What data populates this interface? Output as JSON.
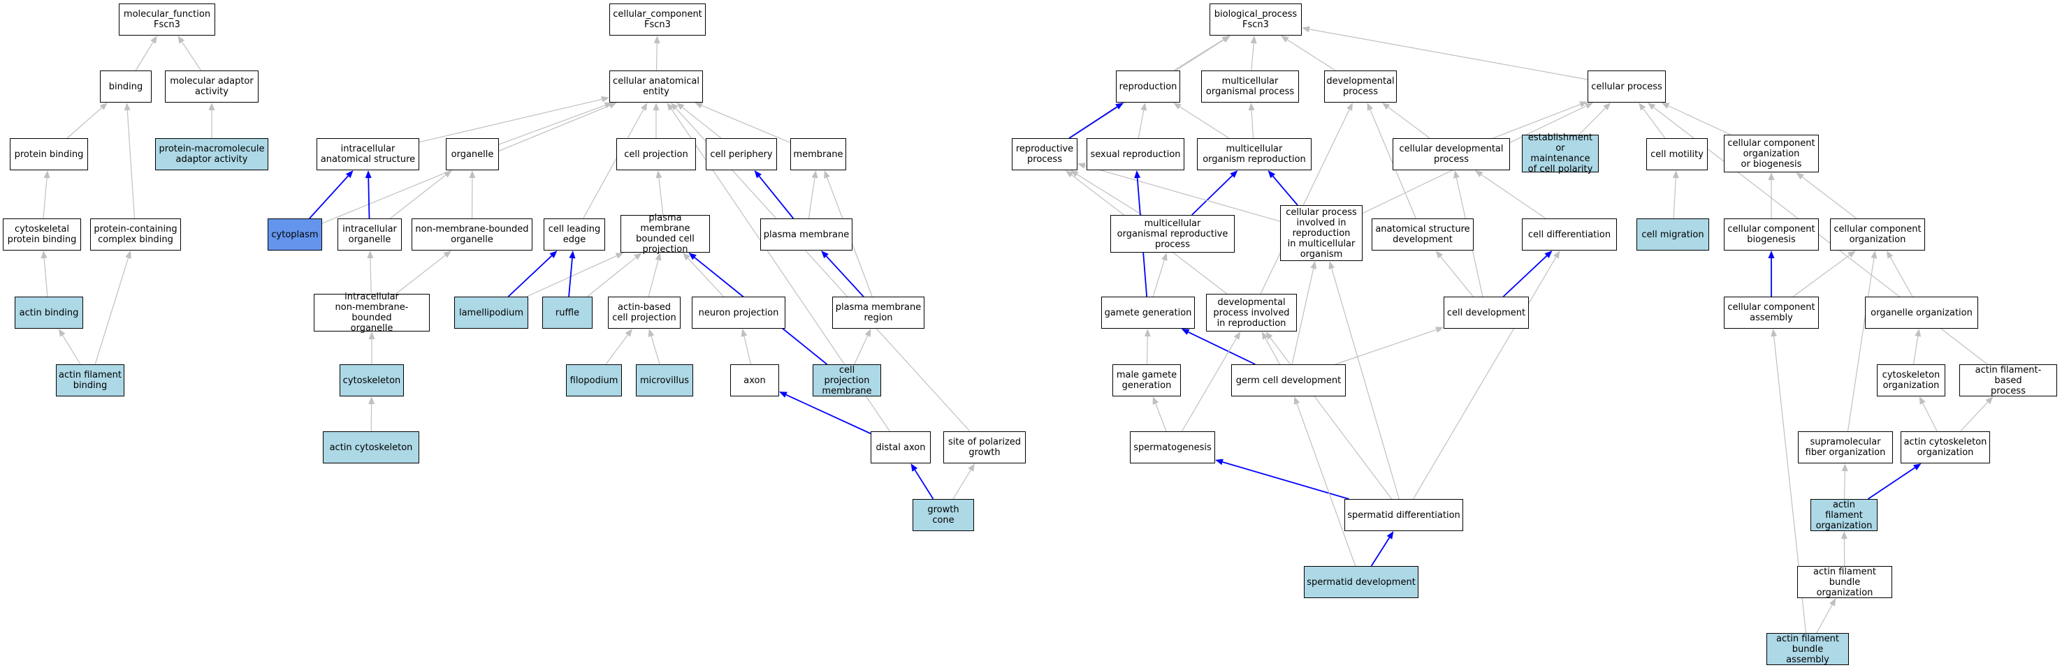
{
  "colors": {
    "highlight_fill": "#add8e6",
    "selected_fill": "#6495ed",
    "edge_gray": "#c0c0c0",
    "edge_blue": "#0000ff"
  },
  "nodes": {
    "mf_root": {
      "label": "molecular_function\nFscn3"
    },
    "binding": {
      "label": "binding"
    },
    "mol_adaptor": {
      "label": "molecular adaptor\nactivity"
    },
    "protein_binding": {
      "label": "protein binding"
    },
    "prot_macro_adaptor": {
      "label": "protein-macromolecule\nadaptor activity",
      "fill": "highlight"
    },
    "cytoskeletal_pb": {
      "label": "cytoskeletal\nprotein binding"
    },
    "prot_complex_binding": {
      "label": "protein-containing\ncomplex binding"
    },
    "actin_binding": {
      "label": "actin binding",
      "fill": "highlight"
    },
    "actin_filament_binding": {
      "label": "actin filament\nbinding",
      "fill": "highlight"
    },
    "cc_root": {
      "label": "cellular_component\nFscn3"
    },
    "cell_anat_entity": {
      "label": "cellular anatomical\nentity"
    },
    "intracell_anat": {
      "label": "intracellular\nanatomical structure"
    },
    "organelle": {
      "label": "organelle"
    },
    "cell_projection": {
      "label": "cell projection"
    },
    "cell_periphery": {
      "label": "cell periphery"
    },
    "membrane": {
      "label": "membrane"
    },
    "cytoplasm": {
      "label": "cytoplasm",
      "fill": "selected"
    },
    "intracell_organelle": {
      "label": "intracellular\norganelle"
    },
    "non_membrane_org": {
      "label": "non-membrane-bounded\norganelle"
    },
    "cell_leading_edge": {
      "label": "cell leading\nedge"
    },
    "pm_bounded_proj": {
      "label": "plasma membrane\nbounded cell\nprojection"
    },
    "plasma_membrane": {
      "label": "plasma membrane"
    },
    "intracell_nonmem": {
      "label": "intracellular\nnon-membrane-bounded\norganelle"
    },
    "lamellipodium": {
      "label": "lamellipodium",
      "fill": "highlight"
    },
    "ruffle": {
      "label": "ruffle",
      "fill": "highlight"
    },
    "actin_based_proj": {
      "label": "actin-based\ncell projection"
    },
    "neuron_projection": {
      "label": "neuron projection"
    },
    "pm_region": {
      "label": "plasma membrane\nregion"
    },
    "cytoskeleton": {
      "label": "cytoskeleton",
      "fill": "highlight"
    },
    "filopodium": {
      "label": "filopodium",
      "fill": "highlight"
    },
    "microvillus": {
      "label": "microvillus",
      "fill": "highlight"
    },
    "axon": {
      "label": "axon"
    },
    "cell_proj_membrane": {
      "label": "cell projection\nmembrane",
      "fill": "highlight"
    },
    "actin_cytoskeleton": {
      "label": "actin cytoskeleton",
      "fill": "highlight"
    },
    "distal_axon": {
      "label": "distal axon"
    },
    "site_polarized": {
      "label": "site of polarized\ngrowth"
    },
    "growth_cone": {
      "label": "growth cone",
      "fill": "highlight"
    },
    "bp_root": {
      "label": "biological_process\nFscn3"
    },
    "reproduction": {
      "label": "reproduction"
    },
    "multicell_org_proc": {
      "label": "multicellular\norganismal process"
    },
    "developmental_proc": {
      "label": "developmental\nprocess"
    },
    "cellular_process": {
      "label": "cellular process"
    },
    "reproductive_proc": {
      "label": "reproductive\nprocess"
    },
    "sexual_repro": {
      "label": "sexual reproduction"
    },
    "multicell_org_repro": {
      "label": "multicellular\norganism reproduction"
    },
    "cell_dev_proc": {
      "label": "cellular developmental\nprocess"
    },
    "estab_polarity": {
      "label": "establishment\nor maintenance\nof cell polarity",
      "fill": "highlight"
    },
    "cell_motility": {
      "label": "cell motility"
    },
    "cc_org_biogenesis": {
      "label": "cellular component\norganization\nor biogenesis"
    },
    "multicell_org_repro_proc": {
      "label": "multicellular\norganismal reproductive\nprocess"
    },
    "cp_in_repro": {
      "label": "cellular process\ninvolved in\nreproduction\nin multicellular\norganism"
    },
    "anat_struct_dev": {
      "label": "anatomical structure\ndevelopment"
    },
    "cell_diff": {
      "label": "cell differentiation"
    },
    "cell_migration": {
      "label": "cell migration",
      "fill": "highlight"
    },
    "cc_biogenesis": {
      "label": "cellular component\nbiogenesis"
    },
    "cc_organization": {
      "label": "cellular component\norganization"
    },
    "gamete_gen": {
      "label": "gamete generation"
    },
    "dev_proc_repro": {
      "label": "developmental\nprocess involved\nin reproduction"
    },
    "cell_development": {
      "label": "cell development"
    },
    "cc_assembly": {
      "label": "cellular component\nassembly"
    },
    "organelle_org": {
      "label": "organelle organization"
    },
    "male_gamete_gen": {
      "label": "male gamete\ngeneration"
    },
    "germ_cell_dev": {
      "label": "germ cell development"
    },
    "cytoskeleton_org": {
      "label": "cytoskeleton\norganization"
    },
    "actin_filament_proc": {
      "label": "actin filament-based\nprocess"
    },
    "spermatogenesis": {
      "label": "spermatogenesis"
    },
    "supramol_fiber_org": {
      "label": "supramolecular\nfiber organization"
    },
    "actin_cytoskeleton_org": {
      "label": "actin cytoskeleton\norganization"
    },
    "spermatid_diff": {
      "label": "spermatid differentiation"
    },
    "actin_filament_org": {
      "label": "actin filament\norganization",
      "fill": "highlight"
    },
    "spermatid_dev": {
      "label": "spermatid development",
      "fill": "highlight"
    },
    "actin_filament_bundle_org": {
      "label": "actin filament\nbundle organization"
    },
    "actin_filament_bundle_asm": {
      "label": "actin filament\nbundle assembly",
      "fill": "highlight"
    }
  },
  "edges": [
    {
      "from": "binding",
      "to": "mf_root"
    },
    {
      "from": "mol_adaptor",
      "to": "mf_root"
    },
    {
      "from": "protein_binding",
      "to": "binding"
    },
    {
      "from": "prot_macro_adaptor",
      "to": "mol_adaptor"
    },
    {
      "from": "cytoskeletal_pb",
      "to": "protein_binding"
    },
    {
      "from": "prot_complex_binding",
      "to": "binding"
    },
    {
      "from": "actin_binding",
      "to": "cytoskeletal_pb"
    },
    {
      "from": "actin_filament_binding",
      "to": "actin_binding"
    },
    {
      "from": "actin_filament_binding",
      "to": "prot_complex_binding"
    },
    {
      "from": "cell_anat_entity",
      "to": "cc_root"
    },
    {
      "from": "intracell_anat",
      "to": "cell_anat_entity"
    },
    {
      "from": "organelle",
      "to": "cell_anat_entity"
    },
    {
      "from": "cell_projection",
      "to": "cell_anat_entity"
    },
    {
      "from": "cell_periphery",
      "to": "cell_anat_entity"
    },
    {
      "from": "membrane",
      "to": "cell_anat_entity"
    },
    {
      "from": "cytoplasm",
      "to": "cell_anat_entity"
    },
    {
      "from": "cytoplasm",
      "to": "intracell_anat",
      "kind": "blue"
    },
    {
      "from": "intracell_organelle",
      "to": "intracell_anat",
      "kind": "blue"
    },
    {
      "from": "intracell_organelle",
      "to": "organelle"
    },
    {
      "from": "non_membrane_org",
      "to": "organelle"
    },
    {
      "from": "cell_leading_edge",
      "to": "cell_anat_entity"
    },
    {
      "from": "pm_bounded_proj",
      "to": "cell_projection"
    },
    {
      "from": "plasma_membrane",
      "to": "cell_periphery",
      "kind": "blue"
    },
    {
      "from": "plasma_membrane",
      "to": "membrane"
    },
    {
      "from": "intracell_nonmem",
      "to": "intracell_organelle"
    },
    {
      "from": "intracell_nonmem",
      "to": "non_membrane_org"
    },
    {
      "from": "lamellipodium",
      "to": "cell_leading_edge",
      "kind": "blue"
    },
    {
      "from": "lamellipodium",
      "to": "pm_bounded_proj"
    },
    {
      "from": "ruffle",
      "to": "cell_leading_edge",
      "kind": "blue"
    },
    {
      "from": "ruffle",
      "to": "pm_bounded_proj"
    },
    {
      "from": "actin_based_proj",
      "to": "pm_bounded_proj"
    },
    {
      "from": "neuron_projection",
      "to": "pm_bounded_proj"
    },
    {
      "from": "pm_region",
      "to": "plasma_membrane",
      "kind": "blue"
    },
    {
      "from": "pm_region",
      "to": "membrane"
    },
    {
      "from": "cytoskeleton",
      "to": "intracell_nonmem"
    },
    {
      "from": "filopodium",
      "to": "actin_based_proj"
    },
    {
      "from": "microvillus",
      "to": "actin_based_proj"
    },
    {
      "from": "axon",
      "to": "neuron_projection"
    },
    {
      "from": "cell_proj_membrane",
      "to": "pm_bounded_proj",
      "kind": "blue"
    },
    {
      "from": "cell_proj_membrane",
      "to": "pm_region"
    },
    {
      "from": "actin_cytoskeleton",
      "to": "cytoskeleton"
    },
    {
      "from": "distal_axon",
      "to": "axon",
      "kind": "blue"
    },
    {
      "from": "distal_axon",
      "to": "cell_anat_entity"
    },
    {
      "from": "site_polarized",
      "to": "cell_anat_entity"
    },
    {
      "from": "growth_cone",
      "to": "distal_axon",
      "kind": "blue"
    },
    {
      "from": "growth_cone",
      "to": "site_polarized"
    },
    {
      "from": "reproduction",
      "to": "bp_root"
    },
    {
      "from": "multicell_org_proc",
      "to": "bp_root"
    },
    {
      "from": "developmental_proc",
      "to": "bp_root"
    },
    {
      "from": "cellular_process",
      "to": "bp_root"
    },
    {
      "from": "reproductive_proc",
      "to": "bp_root"
    },
    {
      "from": "reproductive_proc",
      "to": "reproduction",
      "kind": "blue"
    },
    {
      "from": "sexual_repro",
      "to": "reproduction"
    },
    {
      "from": "multicell_org_repro",
      "to": "reproduction"
    },
    {
      "from": "multicell_org_repro",
      "to": "multicell_org_proc"
    },
    {
      "from": "cell_dev_proc",
      "to": "developmental_proc"
    },
    {
      "from": "cell_dev_proc",
      "to": "cellular_process"
    },
    {
      "from": "estab_polarity",
      "to": "cellular_process"
    },
    {
      "from": "cell_motility",
      "to": "cellular_process"
    },
    {
      "from": "cc_org_biogenesis",
      "to": "cellular_process"
    },
    {
      "from": "multicell_org_repro_proc",
      "to": "reproductive_proc"
    },
    {
      "from": "multicell_org_repro_proc",
      "to": "multicell_org_repro",
      "kind": "blue"
    },
    {
      "from": "cp_in_repro",
      "to": "multicell_org_repro",
      "kind": "blue"
    },
    {
      "from": "cp_in_repro",
      "to": "reproductive_proc"
    },
    {
      "from": "cp_in_repro",
      "to": "cellular_process"
    },
    {
      "from": "anat_struct_dev",
      "to": "developmental_proc"
    },
    {
      "from": "cell_diff",
      "to": "cell_dev_proc"
    },
    {
      "from": "cell_migration",
      "to": "cell_motility"
    },
    {
      "from": "cc_biogenesis",
      "to": "cc_org_biogenesis"
    },
    {
      "from": "cc_organization",
      "to": "cc_org_biogenesis"
    },
    {
      "from": "gamete_gen",
      "to": "sexual_repro",
      "kind": "blue"
    },
    {
      "from": "gamete_gen",
      "to": "multicell_org_repro_proc"
    },
    {
      "from": "dev_proc_repro",
      "to": "reproductive_proc"
    },
    {
      "from": "dev_proc_repro",
      "to": "developmental_proc"
    },
    {
      "from": "cell_development",
      "to": "cell_diff",
      "kind": "blue"
    },
    {
      "from": "cell_development",
      "to": "anat_struct_dev"
    },
    {
      "from": "cell_development",
      "to": "cell_dev_proc"
    },
    {
      "from": "cc_assembly",
      "to": "cc_biogenesis",
      "kind": "blue"
    },
    {
      "from": "cc_assembly",
      "to": "cc_organization"
    },
    {
      "from": "organelle_org",
      "to": "cc_organization"
    },
    {
      "from": "male_gamete_gen",
      "to": "gamete_gen"
    },
    {
      "from": "germ_cell_dev",
      "to": "gamete_gen",
      "kind": "blue"
    },
    {
      "from": "germ_cell_dev",
      "to": "dev_proc_repro"
    },
    {
      "from": "germ_cell_dev",
      "to": "cp_in_repro"
    },
    {
      "from": "germ_cell_dev",
      "to": "cell_development"
    },
    {
      "from": "cytoskeleton_org",
      "to": "organelle_org"
    },
    {
      "from": "actin_filament_proc",
      "to": "cellular_process"
    },
    {
      "from": "spermatogenesis",
      "to": "male_gamete_gen"
    },
    {
      "from": "spermatogenesis",
      "to": "dev_proc_repro"
    },
    {
      "from": "supramol_fiber_org",
      "to": "cc_organization"
    },
    {
      "from": "actin_cytoskeleton_org",
      "to": "cytoskeleton_org"
    },
    {
      "from": "actin_cytoskeleton_org",
      "to": "actin_filament_proc"
    },
    {
      "from": "spermatid_diff",
      "to": "spermatogenesis",
      "kind": "blue"
    },
    {
      "from": "spermatid_diff",
      "to": "cp_in_repro"
    },
    {
      "from": "spermatid_diff",
      "to": "cell_diff"
    },
    {
      "from": "spermatid_diff",
      "to": "dev_proc_repro"
    },
    {
      "from": "actin_filament_org",
      "to": "actin_cytoskeleton_org",
      "kind": "blue"
    },
    {
      "from": "actin_filament_org",
      "to": "supramol_fiber_org"
    },
    {
      "from": "spermatid_dev",
      "to": "spermatid_diff",
      "kind": "blue"
    },
    {
      "from": "spermatid_dev",
      "to": "germ_cell_dev"
    },
    {
      "from": "actin_filament_bundle_org",
      "to": "actin_filament_org"
    },
    {
      "from": "actin_filament_bundle_asm",
      "to": "actin_filament_bundle_org"
    },
    {
      "from": "actin_filament_bundle_asm",
      "to": "cc_assembly"
    }
  ]
}
